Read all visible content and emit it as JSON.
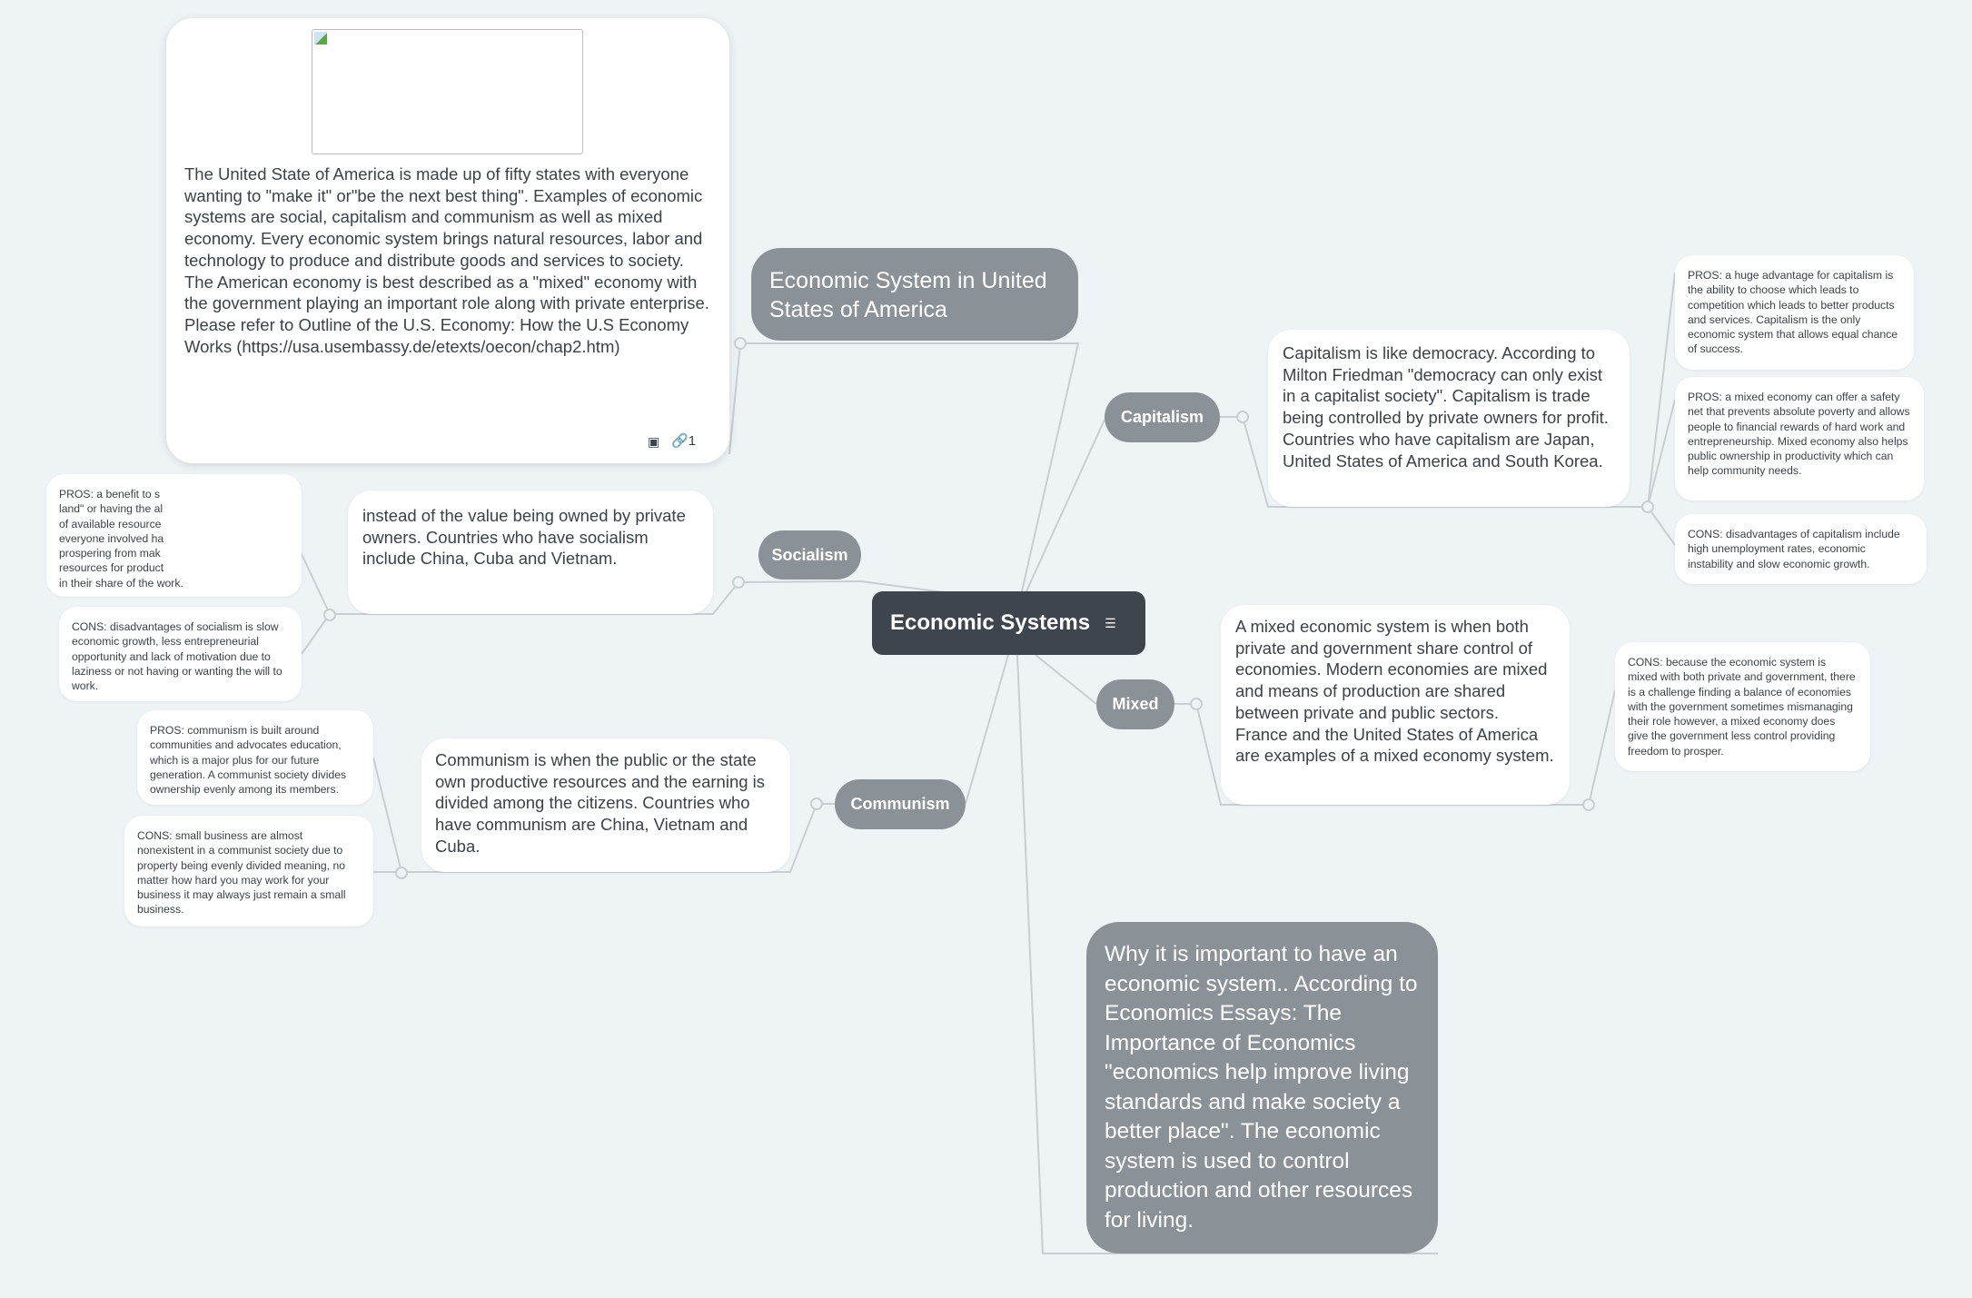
{
  "central": {
    "title": "Economic Systems",
    "icon": "notes-add-icon"
  },
  "topic_usa": {
    "title": "Economic System in United States of America"
  },
  "note_popup": {
    "image_alt": "broken-image-icon",
    "text": "The United State of America is made up of fifty states with everyone wanting to \"make it\" or\"be the next best thing\". Examples of economic systems are social, capitalism and communism as well as mixed economy. Every economic system brings natural resources, labor and technology to produce and distribute goods and services to society. The American economy is best described as a \"mixed\" economy with the government playing an important role along with private enterprise. Please refer to Outline of the U.S. Economy: How the U.S Economy Works (",
    "link": "https://usa.usembassy.de/etexts/oecon/chap2.htm",
    "text_end": ")",
    "link_count": "1"
  },
  "capitalism": {
    "label": "Capitalism",
    "description": "Capitalism is like democracy. According to Milton Friedman \"democracy can only exist in a capitalist society\". Capitalism is trade being controlled by private owners for profit. Countries who have capitalism are Japan, United States of America and South Korea.",
    "notes": [
      "PROS: a huge advantage for capitalism is the ability to choose which leads to competition which leads to better products and services. Capitalism is the only economic system that allows equal chance of success.",
      "PROS: a mixed economy can offer a safety net that prevents absolute poverty and allows people to financial rewards of hard work and entrepreneurship. Mixed economy also helps public ownership in productivity which can help community needs.",
      "CONS: disadvantages of capitalism include high unemployment rates, economic instability and slow economic growth."
    ]
  },
  "socialism": {
    "label": "Socialism",
    "description": "instead of the value being owned by private owners. Countries who have socialism include China, Cuba and Vietnam.",
    "pros_fragments": [
      "PROS: a benefit to s",
      "land\" or having the al",
      "of available resource",
      "everyone involved ha",
      "prospering from mak",
      "resources for product",
      "in their share of the work."
    ],
    "cons": "CONS: disadvantages of socialism is slow economic growth, less entrepreneurial opportunity and lack of motivation due to laziness or not having or wanting the will to work."
  },
  "mixed": {
    "label": "Mixed",
    "description": "A mixed economic system is when both private and government share control of economies. Modern economies are mixed and means of production are shared between private and public sectors. France and the United States of America are examples of a mixed economy system.",
    "cons": "CONS: because the economic system is mixed with both private and government, there is a challenge finding a balance of economies with the government sometimes mismanaging their role however, a mixed economy does give the government less control providing freedom to prosper."
  },
  "communism": {
    "label": "Communism",
    "description": "Communism is when the public or the state own productive resources and the earning is divided among the citizens. Countries who have communism are China, Vietnam and Cuba.",
    "pros": "PROS: communism is built around communities and advocates education, which is a major plus for our future generation. A communist society divides ownership evenly among its members.",
    "cons": "CONS: small business are almost nonexistent in a communist society due to property being evenly divided meaning, no matter how hard you may work for your business it may always just remain a small business."
  },
  "importance": {
    "text": "Why it is important to have an economic system.. According to Economics Essays: The Importance of Economics \"economics help improve living standards and make society a better place\". The economic system is used to control production and other resources for living."
  },
  "colors": {
    "background": "#eef3f6",
    "central": "#3e454d",
    "topic": "#8b9297",
    "connector": "#c9ced2"
  }
}
